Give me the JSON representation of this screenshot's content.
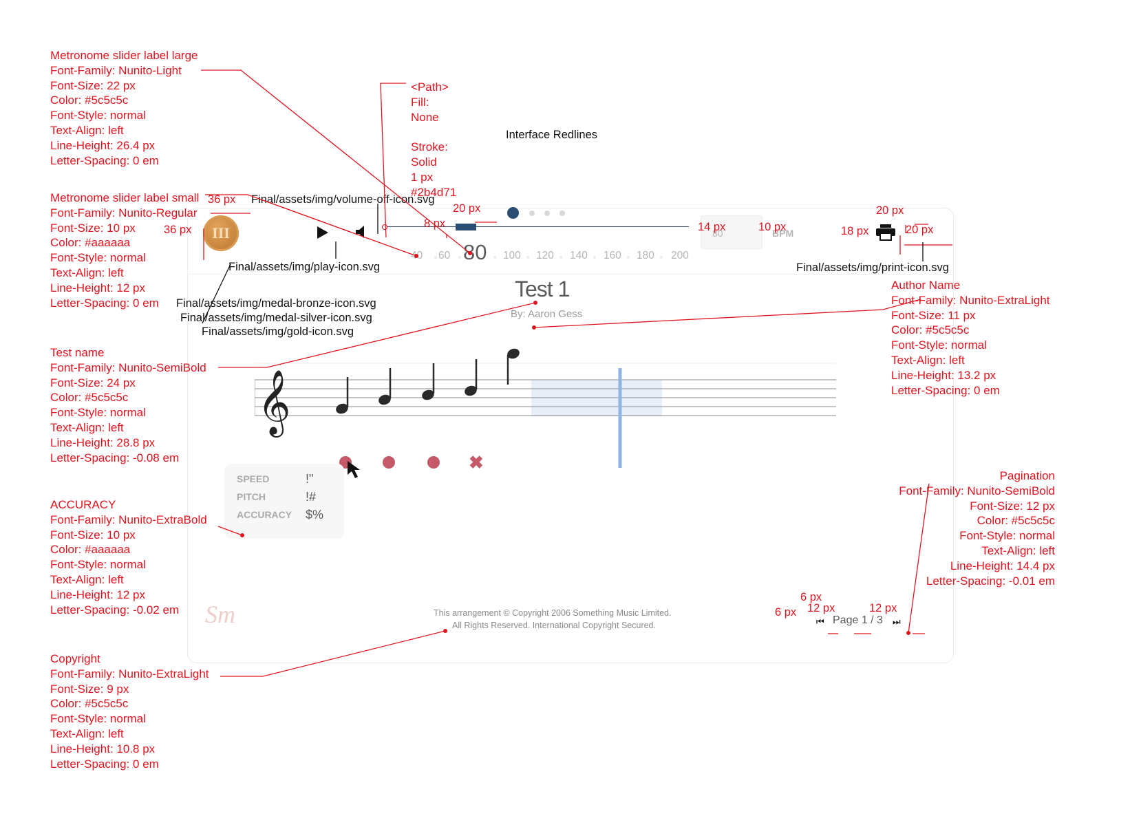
{
  "page_title": "Interface Redlines",
  "annotations": {
    "slider_label_large": [
      "Metronome slider label large",
      "Font-Family: Nunito-Light",
      "Font-Size: 22 px",
      "Color: #5c5c5c",
      "Font-Style: normal",
      "Text-Align: left",
      "Line-Height: 26.4 px",
      "Letter-Spacing: 0 em"
    ],
    "slider_label_small": [
      "Metronome slider label small",
      "Font-Family: Nunito-Regular",
      "Font-Size: 10 px",
      "Color: #aaaaaa",
      "Font-Style: normal",
      "Text-Align: left",
      "Line-Height: 12 px",
      "Letter-Spacing: 0 em"
    ],
    "test_name": [
      "Test name",
      "Font-Family: Nunito-SemiBold",
      "Font-Size: 24 px",
      "Color: #5c5c5c",
      "Font-Style: normal",
      "Text-Align: left",
      "Line-Height: 28.8 px",
      "Letter-Spacing: -0.08 em"
    ],
    "accuracy": [
      "ACCURACY",
      "Font-Family: Nunito-ExtraBold",
      "Font-Size: 10 px",
      "Color: #aaaaaa",
      "Font-Style: normal",
      "Text-Align: left",
      "Line-Height: 12 px",
      "Letter-Spacing: -0.02 em"
    ],
    "copyright": [
      "Copyright",
      "Font-Family: Nunito-ExtraLight",
      "Font-Size: 9 px",
      "Color: #5c5c5c",
      "Font-Style: normal",
      "Text-Align: left",
      "Line-Height: 10.8 px",
      "Letter-Spacing: 0 em"
    ],
    "path": [
      "<Path>",
      "Fill:",
      "None",
      "",
      "Stroke:",
      "Solid",
      "1 px",
      "#2b4d71"
    ],
    "author_name": [
      "Author Name",
      "Font-Family: Nunito-ExtraLight",
      "Font-Size: 11 px",
      "Color: #5c5c5c",
      "Font-Style: normal",
      "Text-Align: left",
      "Line-Height: 13.2 px",
      "Letter-Spacing: 0 em"
    ],
    "pagination": [
      "Pagination",
      "Font-Family: Nunito-SemiBold",
      "Font-Size: 12 px",
      "Color: #5c5c5c",
      "Font-Style: normal",
      "Text-Align: left",
      "Line-Height: 14.4 px",
      "Letter-Spacing: -0.01 em"
    ]
  },
  "asset_labels": {
    "volume": "Final/assets/img/volume-off-icon.svg",
    "play": "Final/assets/img/play-icon.svg",
    "print": "Final/assets/img/print-icon.svg",
    "medal_bronze": "Final/assets/img/medal-bronze-icon.svg",
    "medal_silver": "Final/assets/img/medal-silver-icon.svg",
    "medal_gold": "Final/assets/img/gold-icon.svg"
  },
  "dimensions": {
    "medal_w": "36 px",
    "medal_h": "36 px",
    "thumb_w": "20 px",
    "thumb_h": "8 px",
    "input_gap": "14 px",
    "bpm_gap": "10 px",
    "print_w": "20 px",
    "print_h": "18 px",
    "print_r": "20 px",
    "page_a": "6 px",
    "page_b": "6 px",
    "page_c": "12 px",
    "page_d": "12 px"
  },
  "metronome": {
    "ticks": [
      "40",
      "60",
      "80",
      "100",
      "120",
      "140",
      "160",
      "180",
      "200"
    ],
    "value": "80",
    "bpm_input": "80",
    "bpm_unit": "BPM",
    "slider_color": "#2b4d71"
  },
  "medal": {
    "label": "III",
    "color": "#c7873a"
  },
  "test": {
    "title": "Test 1",
    "author": "By: Aaron Gess"
  },
  "stats": {
    "rows": [
      {
        "label": "SPEED",
        "value": "!\""
      },
      {
        "label": "PITCH",
        "value": "!#"
      },
      {
        "label": "ACCURACY",
        "value": "$%"
      }
    ]
  },
  "copyright": {
    "line1": "This arrangement © Copyright 2006 Something Music Limited.",
    "line2": "All Rights Reserved. International Copyright Secured."
  },
  "logo": "Sm",
  "pagination": {
    "text": "Page 1 / 3"
  },
  "colors": {
    "annotation": "#e0141e",
    "accent": "#2b4d71",
    "mark": "#c45a68",
    "playhead": "#8fb5e4",
    "highlight": "#e8eef8"
  }
}
